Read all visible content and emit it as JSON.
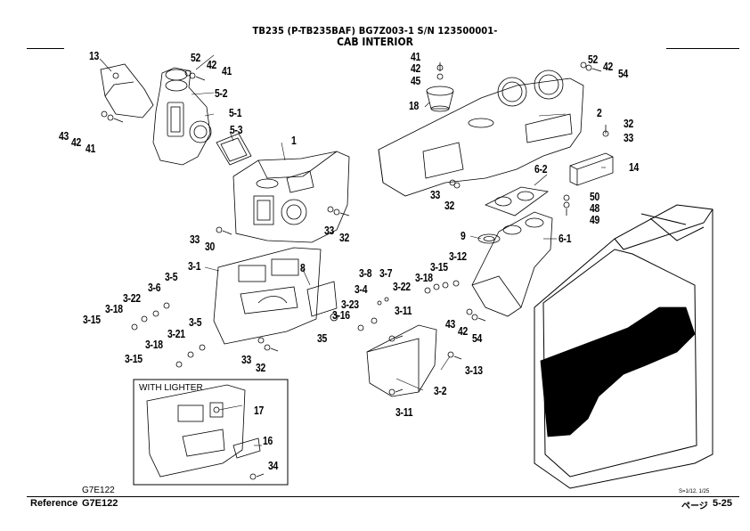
{
  "header": {
    "title_line1": "TB235 (P-TB235BAF) BG7Z003-1 S/N 123500001-",
    "title_line2": "CAB INTERIOR"
  },
  "footer": {
    "figure_code": "G7E122",
    "reference_label": "Reference",
    "reference_code": "G7E122",
    "scale_note": "S=1/12, 1/25",
    "page_label": "ページ",
    "page_number": "5-25"
  },
  "inset": {
    "title": "WITH LIGHTER"
  },
  "callouts": [
    {
      "id": "13",
      "label": "13"
    },
    {
      "id": "52a",
      "label": "52"
    },
    {
      "id": "42a",
      "label": "42"
    },
    {
      "id": "41a",
      "label": "41"
    },
    {
      "id": "5-2",
      "label": "5-2"
    },
    {
      "id": "5-1",
      "label": "5-1"
    },
    {
      "id": "43a",
      "label": "43"
    },
    {
      "id": "42b",
      "label": "42"
    },
    {
      "id": "41b",
      "label": "41"
    },
    {
      "id": "5-3",
      "label": "5-3"
    },
    {
      "id": "1",
      "label": "1"
    },
    {
      "id": "33a",
      "label": "33"
    },
    {
      "id": "30",
      "label": "30"
    },
    {
      "id": "33b",
      "label": "33"
    },
    {
      "id": "32a",
      "label": "32"
    },
    {
      "id": "41c",
      "label": "41"
    },
    {
      "id": "42c",
      "label": "42"
    },
    {
      "id": "45",
      "label": "45"
    },
    {
      "id": "18",
      "label": "18"
    },
    {
      "id": "52b",
      "label": "52"
    },
    {
      "id": "42d",
      "label": "42"
    },
    {
      "id": "54a",
      "label": "54"
    },
    {
      "id": "2",
      "label": "2"
    },
    {
      "id": "32b",
      "label": "32"
    },
    {
      "id": "33c",
      "label": "33"
    },
    {
      "id": "14",
      "label": "14"
    },
    {
      "id": "33d",
      "label": "33"
    },
    {
      "id": "32c",
      "label": "32"
    },
    {
      "id": "6-2",
      "label": "6-2"
    },
    {
      "id": "50",
      "label": "50"
    },
    {
      "id": "48",
      "label": "48"
    },
    {
      "id": "49",
      "label": "49"
    },
    {
      "id": "9",
      "label": "9"
    },
    {
      "id": "6-1",
      "label": "6-1"
    },
    {
      "id": "3-1",
      "label": "3-1"
    },
    {
      "id": "3-5a",
      "label": "3-5"
    },
    {
      "id": "3-6",
      "label": "3-6"
    },
    {
      "id": "3-22a",
      "label": "3-22"
    },
    {
      "id": "3-18a",
      "label": "3-18"
    },
    {
      "id": "3-15a",
      "label": "3-15"
    },
    {
      "id": "8",
      "label": "8"
    },
    {
      "id": "3-21",
      "label": "3-21"
    },
    {
      "id": "3-5b",
      "label": "3-5"
    },
    {
      "id": "3-18b",
      "label": "3-18"
    },
    {
      "id": "3-15b",
      "label": "3-15"
    },
    {
      "id": "33e",
      "label": "33"
    },
    {
      "id": "32d",
      "label": "32"
    },
    {
      "id": "35",
      "label": "35"
    },
    {
      "id": "3-8",
      "label": "3-8"
    },
    {
      "id": "3-7",
      "label": "3-7"
    },
    {
      "id": "3-4",
      "label": "3-4"
    },
    {
      "id": "3-22b",
      "label": "3-22"
    },
    {
      "id": "3-23",
      "label": "3-23"
    },
    {
      "id": "3-16",
      "label": "3-16"
    },
    {
      "id": "3-11a",
      "label": "3-11"
    },
    {
      "id": "3-18c",
      "label": "3-18"
    },
    {
      "id": "3-15c",
      "label": "3-15"
    },
    {
      "id": "3-12",
      "label": "3-12"
    },
    {
      "id": "43b",
      "label": "43"
    },
    {
      "id": "42e",
      "label": "42"
    },
    {
      "id": "54b",
      "label": "54"
    },
    {
      "id": "3-13",
      "label": "3-13"
    },
    {
      "id": "3-2",
      "label": "3-2"
    },
    {
      "id": "3-11b",
      "label": "3-11"
    },
    {
      "id": "17",
      "label": "17"
    },
    {
      "id": "16",
      "label": "16"
    },
    {
      "id": "34",
      "label": "34"
    }
  ]
}
